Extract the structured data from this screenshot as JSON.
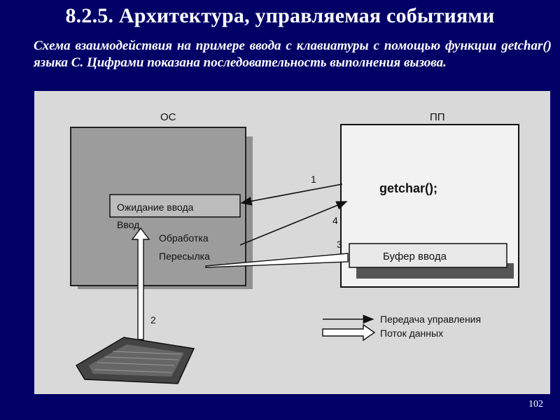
{
  "slide": {
    "title": "8.2.5. Архитектура, управляемая событиями",
    "caption": "Схема взаимодействия на примере ввода с клавиатуры с помощью функции getchar() языка С. Цифрами показана последовательность выполнения вызова.",
    "page_number": "102"
  },
  "diagram": {
    "os_label": "ОС",
    "app_label": "ПП",
    "waiting_label": "Ожидание ввода",
    "input_label": "Ввод",
    "processing_label": "Обработка",
    "forwarding_label": "Пересылка",
    "getchar_label": "getchar();",
    "input_buffer_label": "Буфер ввода",
    "step_1": "1",
    "step_2": "2",
    "step_3": "3",
    "step_4": "4",
    "legend_control": "Передача управления",
    "legend_data": "Поток данных"
  },
  "colors": {
    "background": "#000066",
    "figure": "#d9d9d9",
    "box_shade": "#7f7f7f",
    "text": "#ffffff"
  }
}
